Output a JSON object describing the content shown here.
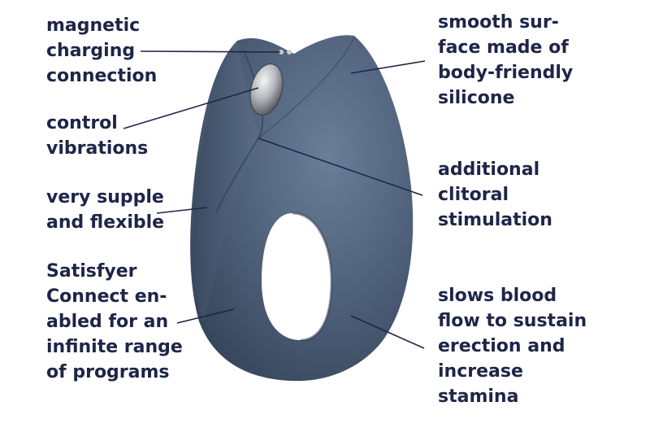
{
  "colors": {
    "text": "#1f2547",
    "product_body": "#4d5f78",
    "product_shadow": "#334257",
    "product_highlight": "#6a7e98",
    "button_metal": "#b9bcc0",
    "leader_line": "#1f2547"
  },
  "labels": {
    "magnetic": [
      "magnetic",
      "charging",
      "connection"
    ],
    "control": [
      "control",
      "vibrations"
    ],
    "supple": [
      "very supple",
      "and flexible"
    ],
    "connect": [
      "Satisfyer",
      "Connect en-",
      "abled for an",
      "infinite range",
      "of programs"
    ],
    "smooth": [
      "smooth sur-",
      "face made of",
      "body-friendly",
      "silicone"
    ],
    "clitoral": [
      "additional",
      "clitoral",
      "stimulation"
    ],
    "blood": [
      "slows blood",
      "flow to sustain",
      "erection and",
      "increase",
      "stamina"
    ]
  }
}
